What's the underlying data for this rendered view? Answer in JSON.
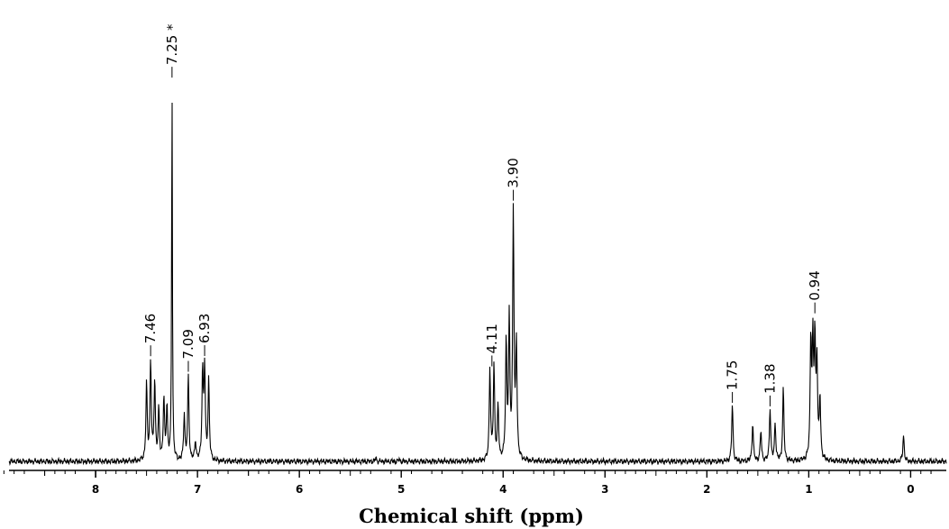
{
  "chart_data": {
    "type": "line",
    "xlabel": "Chemical shift (ppm)",
    "ylabel": "",
    "x_reversed": true,
    "xlim": [
      8.85,
      -0.35
    ],
    "ylim": [
      0,
      1
    ],
    "grid": false,
    "legend": "none",
    "x_ticks": [
      "8",
      "7",
      "6",
      "5",
      "4",
      "3",
      "2",
      "1",
      "0"
    ],
    "series": [
      {
        "peaks": [
          {
            "x": 7.5,
            "h": 0.2
          },
          {
            "x": 7.46,
            "h": 0.26
          },
          {
            "x": 7.42,
            "h": 0.21
          },
          {
            "x": 7.38,
            "h": 0.13
          },
          {
            "x": 7.33,
            "h": 0.16
          },
          {
            "x": 7.3,
            "h": 0.14
          },
          {
            "x": 7.25,
            "h": 1.0
          },
          {
            "x": 7.13,
            "h": 0.12
          },
          {
            "x": 7.09,
            "h": 0.22
          },
          {
            "x": 7.02,
            "h": 0.05
          },
          {
            "x": 6.95,
            "h": 0.23
          },
          {
            "x": 6.93,
            "h": 0.24
          },
          {
            "x": 6.89,
            "h": 0.21
          },
          {
            "x": 5.25,
            "h": 0.012
          },
          {
            "x": 5.02,
            "h": 0.008
          },
          {
            "x": 4.13,
            "h": 0.24
          },
          {
            "x": 4.09,
            "h": 0.25
          },
          {
            "x": 4.05,
            "h": 0.14
          },
          {
            "x": 3.97,
            "h": 0.31
          },
          {
            "x": 3.94,
            "h": 0.36
          },
          {
            "x": 3.9,
            "h": 0.65
          },
          {
            "x": 3.87,
            "h": 0.3
          },
          {
            "x": 1.75,
            "h": 0.15
          },
          {
            "x": 1.55,
            "h": 0.1
          },
          {
            "x": 1.47,
            "h": 0.08
          },
          {
            "x": 1.38,
            "h": 0.14
          },
          {
            "x": 1.33,
            "h": 0.1
          },
          {
            "x": 1.25,
            "h": 0.19
          },
          {
            "x": 0.98,
            "h": 0.31
          },
          {
            "x": 0.96,
            "h": 0.29
          },
          {
            "x": 0.94,
            "h": 0.3
          },
          {
            "x": 0.92,
            "h": 0.25
          },
          {
            "x": 0.89,
            "h": 0.16
          },
          {
            "x": 0.07,
            "h": 0.07
          }
        ]
      }
    ],
    "peak_labels": [
      {
        "text": "7.46",
        "x": 7.46
      },
      {
        "text": "7.25 *",
        "x": 7.25
      },
      {
        "text": "7.09",
        "x": 7.09
      },
      {
        "text": "6.93",
        "x": 6.93
      },
      {
        "text": "4.11",
        "x": 4.11
      },
      {
        "text": "3.90",
        "x": 3.9
      },
      {
        "text": "1.75",
        "x": 1.75
      },
      {
        "text": "1.38",
        "x": 1.38
      },
      {
        "text": "0.94",
        "x": 0.94
      }
    ]
  }
}
